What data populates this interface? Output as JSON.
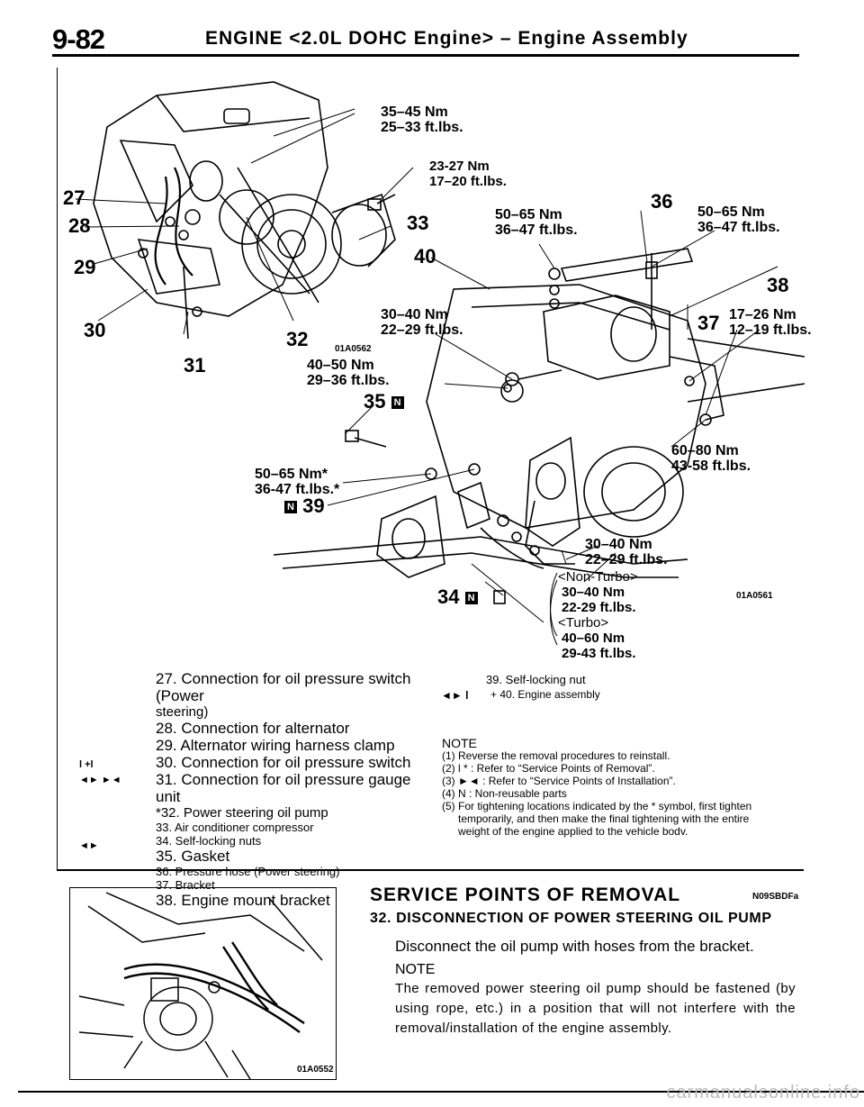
{
  "header": {
    "page_number": "9-82",
    "title": "ENGINE <2.0L DOHC Engine> – Engine Assembly"
  },
  "diagram": {
    "figure_code_1": "01A0562",
    "figure_code_2": "01A0561",
    "torques": {
      "t1": [
        "35–45 Nm",
        "25–33 ft.lbs."
      ],
      "t2": [
        "23-27 Nm",
        "17–20 ft.lbs."
      ],
      "t3": [
        "50–65 Nm",
        "36–47 ft.lbs."
      ],
      "t4": [
        "50–65 Nm",
        "36–47 ft.lbs."
      ],
      "t5": [
        "30–40 Nm",
        "22–29 ft.lbs."
      ],
      "t6": [
        "17–26 Nm",
        "12–19 ft.lbs."
      ],
      "t7": [
        "40–50 Nm",
        "29–36 ft.lbs."
      ],
      "t8": [
        "60–80 Nm",
        "43-58 ft.lbs."
      ],
      "t9": [
        "50–65 Nm*",
        "36-47 ft.lbs.*"
      ],
      "t10": [
        "30–40 Nm",
        "22–29 ft.lbs."
      ],
      "t11": [
        "<Non-Turbo>",
        "30–40 Nm",
        "22-29 ft.lbs.",
        "<Turbo>",
        "40–60 Nm",
        "29-43 ft.lbs."
      ]
    },
    "callouts": {
      "c27": "27",
      "c28": "28",
      "c29": "29",
      "c30": "30",
      "c31": "31",
      "c32": "32",
      "c33": "33",
      "c34": "34",
      "c35": "35",
      "c36": "36",
      "c37": "37",
      "c38": "38",
      "c39": "39",
      "c40": "40"
    },
    "n_mark": "N"
  },
  "legend_left": [
    "27. Connection for oil pressure switch (Power",
    "steering)",
    "28. Connection for alternator",
    "29. Alternator wiring harness clamp",
    "30. Connection for oil pressure switch",
    "31. Connection for oil pressure gauge unit",
    "*32. Power steering oil pump",
    "33. Air conditioner compressor",
    "34. Self-locking nuts",
    "35. Gasket",
    "36. Pressure hose (Power steering)",
    "37. Bracket",
    "38. Engine mount bracket"
  ],
  "legend_marks": {
    "m32": "l +l",
    "m33": "◄► ►◄",
    "m38": "◄►"
  },
  "legend_right": {
    "r39": "39. Self-locking nut",
    "r40_mark": "◄► l",
    "r40": "+ 40. Engine assembly"
  },
  "note": {
    "title": "NOTE",
    "items": [
      {
        "num": "(1)",
        "text": "Reverse the removal procedures to reinstall."
      },
      {
        "num": "(2)",
        "text": "l * : Refer to “Service Points of Removal”."
      },
      {
        "num": "(3)",
        "text": "►◄ : Refer to “Service Points of Installation”."
      },
      {
        "num": "(4)",
        "text": "N : Non-reusable parts"
      },
      {
        "num": "(5)",
        "text": "For tightening locations indicated by the * symbol, first tighten temporarily, and then make the final tightening with the entire weight of the engine applied to the vehicle bodv."
      }
    ]
  },
  "service": {
    "heading": "SERVICE POINTS OF REMOVAL",
    "code": "N09SBDFa",
    "subheading": "32. DISCONNECTION OF POWER STEERING OIL PUMP",
    "para1": "Disconnect the oil pump with hoses from the bracket.",
    "note_label": "NOTE",
    "para2": "The removed power steering oil pump should be fastened (by using rope, etc.) in a position that will not interfere with the removal/installation of the engine assembly.",
    "figure_code": "01A0552"
  },
  "footer": {
    "watermark": "carmanualsonline.info"
  }
}
